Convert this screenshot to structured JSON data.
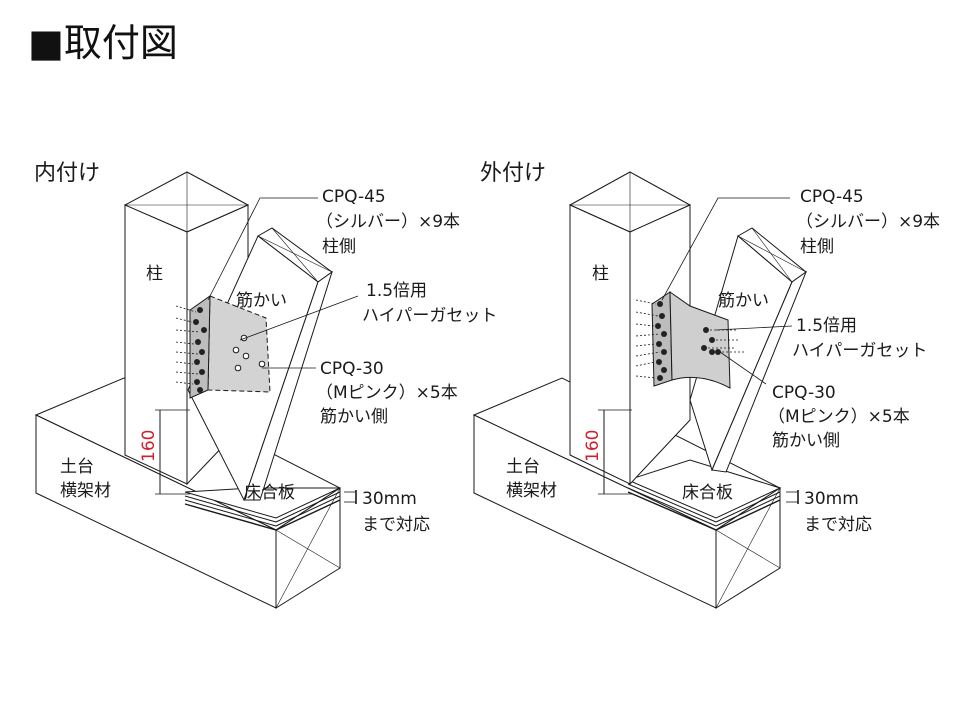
{
  "title": "■取付図",
  "left": {
    "heading": "内付け",
    "post": "柱",
    "brace": "筋かい",
    "sill": [
      "土台",
      "横架材"
    ],
    "floor": "床合板",
    "dim": "160",
    "callout_cpq45": [
      "CPQ-45",
      "（シルバー）×9本",
      "柱側"
    ],
    "callout_gusset": [
      "1.5倍用",
      "ハイパーガセット"
    ],
    "callout_cpq30": [
      "CPQ-30",
      "（Mピンク）×5本",
      "筋かい側"
    ],
    "thickness": [
      "30mm",
      "まで対応"
    ]
  },
  "right": {
    "heading": "外付け",
    "post": "柱",
    "brace": "筋かい",
    "sill": [
      "土台",
      "横架材"
    ],
    "floor": "床合板",
    "dim": "160",
    "callout_cpq45": [
      "CPQ-45",
      "（シルバー）×9本",
      "柱側"
    ],
    "callout_gusset": [
      "1.5倍用",
      "ハイパーガセット"
    ],
    "callout_cpq30": [
      "CPQ-30",
      "（Mピンク）×5本",
      "筋かい側"
    ],
    "thickness": [
      "30mm",
      "まで対応"
    ]
  },
  "colors": {
    "line": "#1a1a1a",
    "plate": "#c9c9c9",
    "dimension": "#d1202b"
  }
}
